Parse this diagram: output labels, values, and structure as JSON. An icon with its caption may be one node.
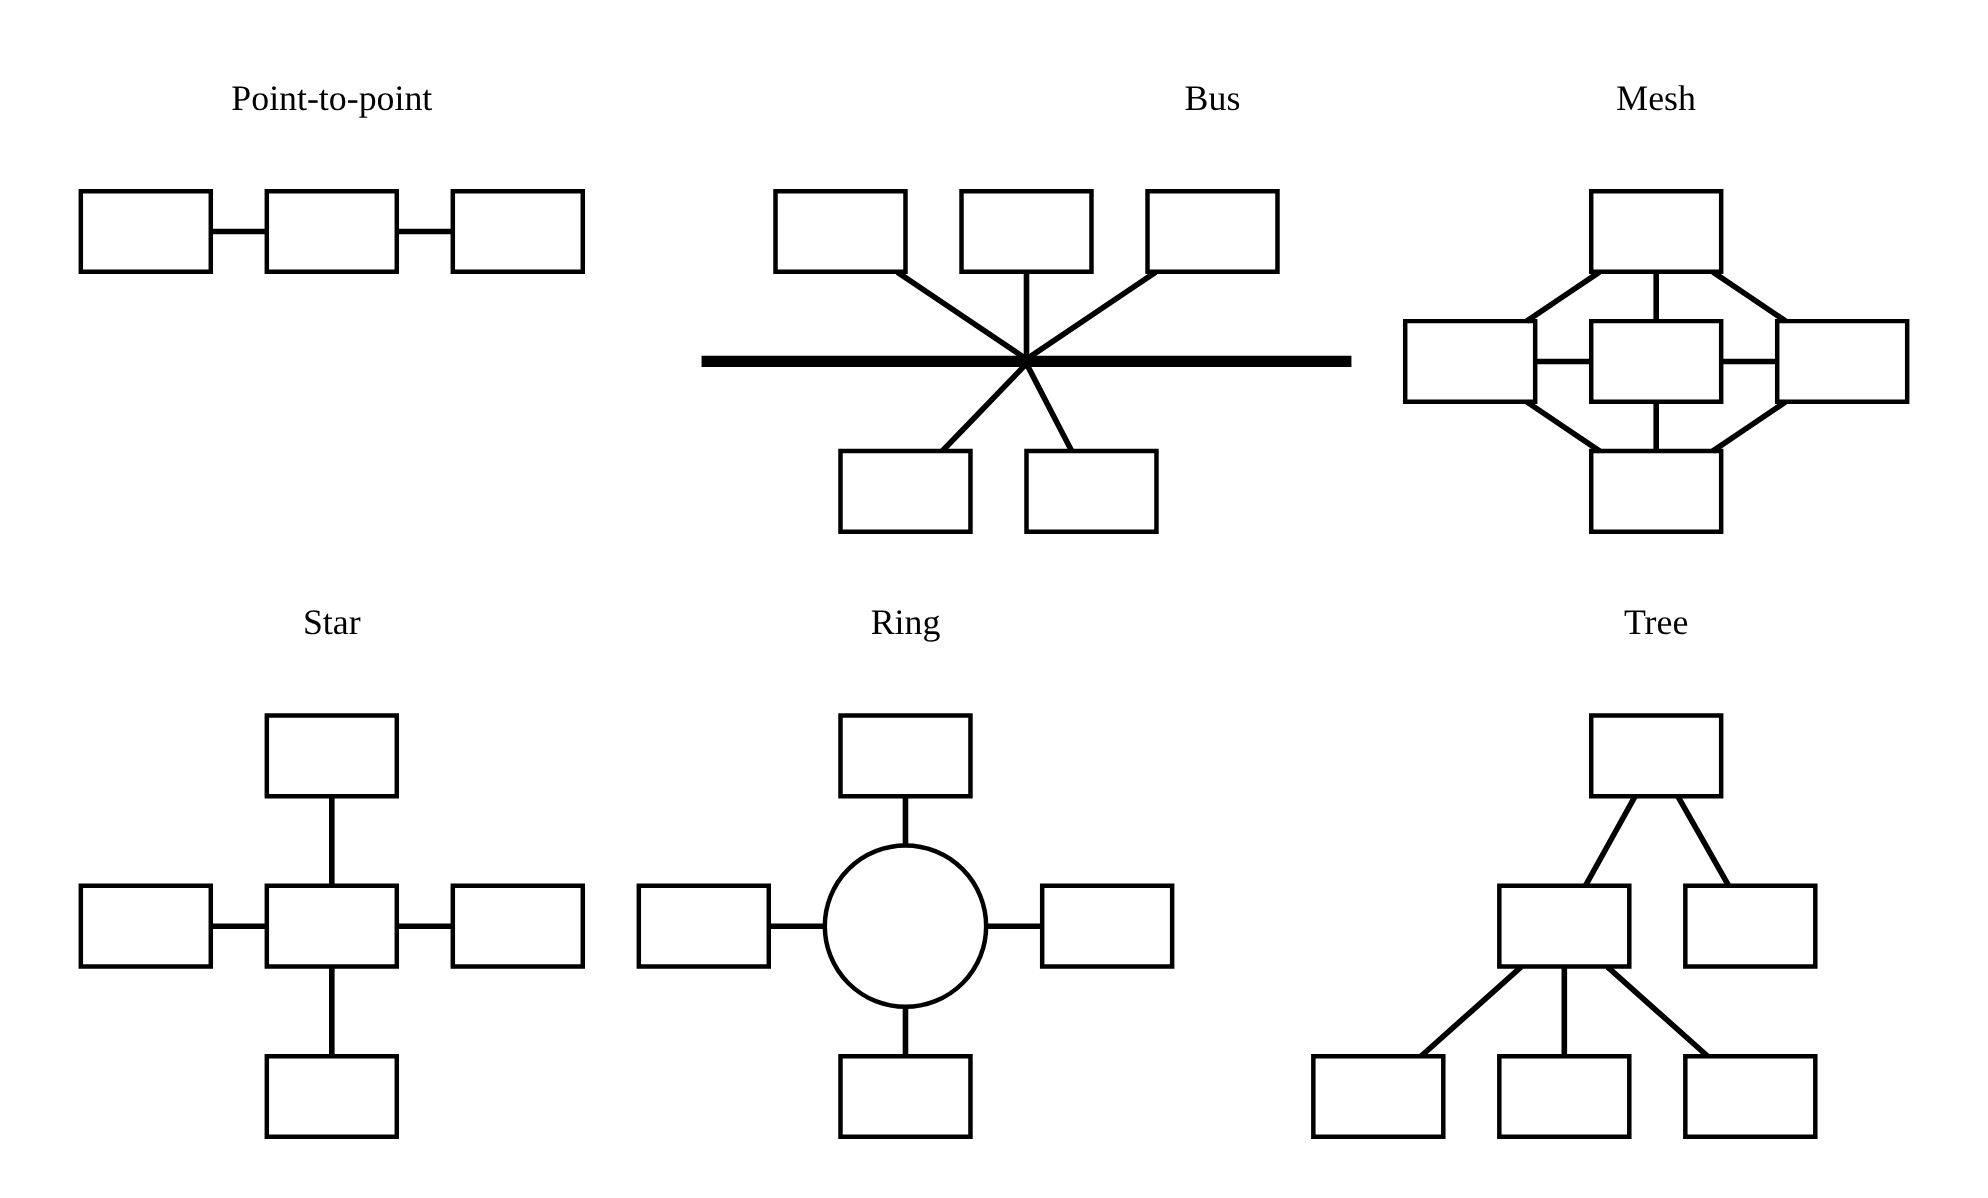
{
  "diagram": {
    "nodes": [
      {
        "text": [],
        "shape": "box"
      },
      {
        "text": [],
        "shape": "box"
      },
      {
        "text": [],
        "shape": "box"
      },
      {
        "text": [],
        "shape": "box"
      },
      {
        "text": [],
        "shape": "box"
      },
      {
        "text": [],
        "shape": "box"
      },
      {
        "text": [],
        "shape": "bar"
      },
      {
        "text": [],
        "shape": "box"
      },
      {
        "text": [],
        "shape": "box"
      },
      {
        "text": [],
        "shape": "box"
      },
      {
        "text": [],
        "shape": "box"
      },
      {
        "text": [],
        "shape": "box"
      },
      {
        "text": [],
        "shape": "box"
      },
      {
        "text": [],
        "shape": "box"
      },
      {
        "text": [],
        "shape": "box"
      },
      {
        "text": [],
        "shape": "box"
      },
      {
        "text": [],
        "shape": "box"
      },
      {
        "text": [],
        "shape": "box"
      },
      {
        "text": [],
        "shape": "box"
      },
      {
        "text": [],
        "shape": "box"
      },
      {
        "text": [],
        "shape": "box"
      },
      {
        "text": [],
        "shape": "circle"
      },
      {
        "text": [],
        "shape": "box"
      },
      {
        "text": [],
        "shape": "box"
      },
      {
        "text": [],
        "shape": "box"
      },
      {
        "text": [],
        "shape": "box"
      },
      {
        "text": [],
        "shape": "box"
      },
      {
        "text": [],
        "shape": "box"
      },
      {
        "text": [],
        "shape": "box"
      },
      {
        "text": [],
        "shape": "box"
      }
    ],
    "edges": [
      {
        "from": 0,
        "to": 1,
        "arrow": "none"
      },
      {
        "from": 1,
        "to": 2,
        "arrow": "none"
      },
      {
        "from": 3,
        "to": 6,
        "arrow": "none"
      },
      {
        "from": 4,
        "to": 6,
        "arrow": "none"
      },
      {
        "from": 5,
        "to": 6,
        "arrow": "none"
      },
      {
        "from": 6,
        "to": 7,
        "arrow": "none"
      },
      {
        "from": 6,
        "to": 8,
        "arrow": "none"
      },
      {
        "from": 9,
        "to": 11,
        "arrow": "none"
      },
      {
        "from": 10,
        "to": 11,
        "arrow": "none"
      },
      {
        "from": 11,
        "to": 12,
        "arrow": "none"
      },
      {
        "from": 11,
        "to": 13,
        "arrow": "none"
      },
      {
        "from": 9,
        "to": 12,
        "arrow": "none"
      },
      {
        "from": 12,
        "to": 13,
        "arrow": "none"
      },
      {
        "from": 10,
        "to": 13,
        "arrow": "none"
      },
      {
        "from": 9,
        "to": 10,
        "arrow": "none"
      },
      {
        "from": 14,
        "to": 16,
        "arrow": "none"
      },
      {
        "from": 15,
        "to": 16,
        "arrow": "none"
      },
      {
        "from": 16,
        "to": 17,
        "arrow": "none"
      },
      {
        "from": 16,
        "to": 18,
        "arrow": "none"
      },
      {
        "from": 19,
        "to": 21,
        "arrow": "none"
      },
      {
        "from": 20,
        "to": 21,
        "arrow": "none"
      },
      {
        "from": 21,
        "to": 22,
        "arrow": "none"
      },
      {
        "from": 21,
        "to": 23,
        "arrow": "none"
      },
      {
        "from": 24,
        "to": 25,
        "arrow": "none"
      },
      {
        "from": 24,
        "to": 26,
        "arrow": "none"
      },
      {
        "from": 25,
        "to": 27,
        "arrow": "none"
      },
      {
        "from": 25,
        "to": 28,
        "arrow": "none"
      },
      {
        "from": 25,
        "to": 29,
        "arrow": "none"
      }
    ],
    "labels": [
      "Point-to-point",
      "Bus",
      "Mesh",
      "Star",
      "Ring",
      "Tree"
    ]
  }
}
